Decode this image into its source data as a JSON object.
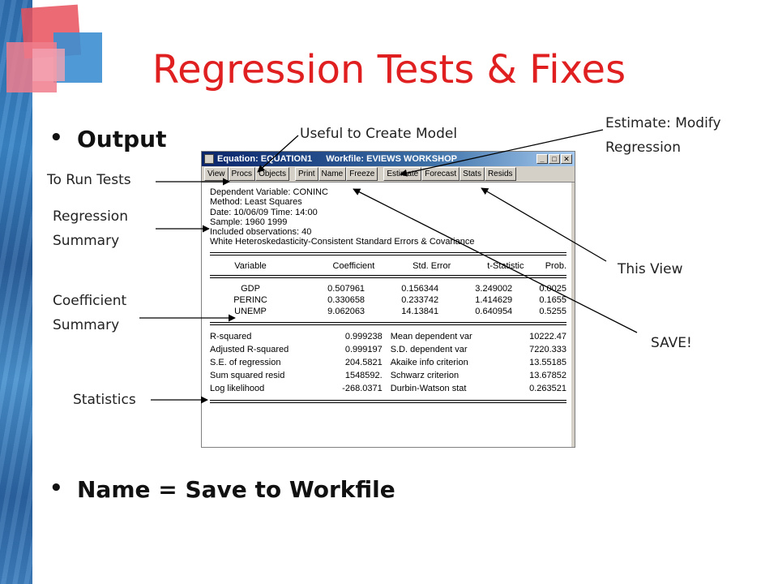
{
  "slide": {
    "title": "Regression Tests & Fixes",
    "bullets": {
      "output": "Output",
      "name_save": "Name = Save to Workfile"
    },
    "bullet_glyph": "•"
  },
  "annotations": {
    "useful_to_create_model": "Useful to Create Model",
    "estimate_modify_1": "Estimate: Modify",
    "estimate_modify_2": "Regression",
    "to_run_tests": "To Run Tests",
    "regression_summary_1": "Regression",
    "regression_summary_2": "Summary",
    "this_view": "This View",
    "coefficient_summary_1": "Coefficient",
    "coefficient_summary_2": "Summary",
    "save": "SAVE!",
    "statistics": "Statistics"
  },
  "window": {
    "title_equation": "Equation: EQUATION1",
    "title_workfile": "Workfile: EVIEWS WORKSHOP",
    "controls": {
      "minimize": "_",
      "maximize": "□",
      "close": "✕"
    },
    "toolbar": [
      "View",
      "Procs",
      "Objects",
      "Print",
      "Name",
      "Freeze",
      "Estimate",
      "Forecast",
      "Stats",
      "Resids"
    ],
    "header_lines": [
      "Dependent Variable: CONINC",
      "Method: Least Squares",
      "Date: 10/06/09   Time: 14:00",
      "Sample: 1960 1999",
      "Included observations: 40",
      "White Heteroskedasticity-Consistent Standard Errors & Covariance"
    ],
    "coef_headers": [
      "Variable",
      "Coefficient",
      "Std. Error",
      "t-Statistic",
      "Prob."
    ],
    "coef_rows": [
      [
        "GDP",
        "0.507961",
        "0.156344",
        "3.249002",
        "0.0025"
      ],
      [
        "PERINC",
        "0.330658",
        "0.233742",
        "1.414629",
        "0.1655"
      ],
      [
        "UNEMP",
        "9.062063",
        "14.13841",
        "0.640954",
        "0.5255"
      ]
    ],
    "stats_rows": [
      [
        "R-squared",
        "0.999238",
        "Mean dependent var",
        "10222.47"
      ],
      [
        "Adjusted R-squared",
        "0.999197",
        "S.D. dependent var",
        "7220.333"
      ],
      [
        "S.E. of regression",
        "204.5821",
        "Akaike info criterion",
        "13.55185"
      ],
      [
        "Sum squared resid",
        "1548592.",
        "Schwarz criterion",
        "13.67852"
      ],
      [
        "Log likelihood",
        "-268.0371",
        "Durbin-Watson stat",
        "0.263521"
      ]
    ]
  },
  "colors": {
    "title": "#e02020",
    "titlebar": "#0a246a",
    "toolbar": "#d4d0c8",
    "left_strip": "#2f6fb0"
  }
}
